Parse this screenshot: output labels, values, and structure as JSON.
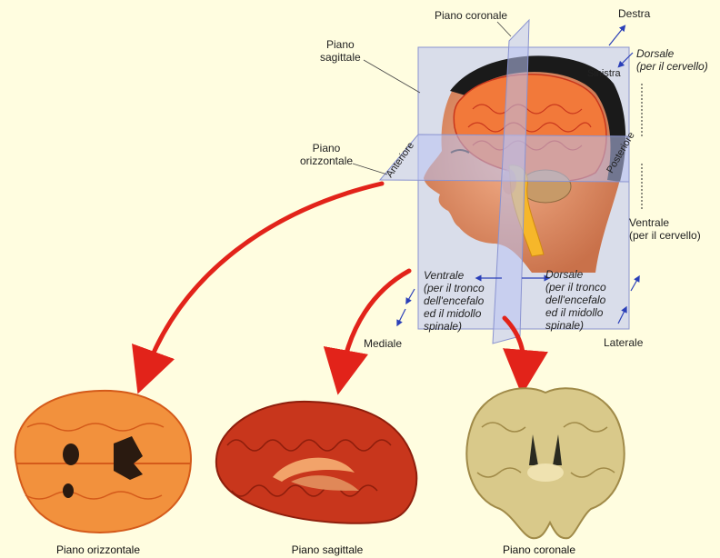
{
  "labels": {
    "piano_coronale": "Piano coronale",
    "destra": "Destra",
    "piano_sagittale": "Piano\nsagittale",
    "sinistra": "Sinistra",
    "dorsale_cervello": "Dorsale\n(per il cervello)",
    "piano_orizzontale": "Piano\norizzontale",
    "anteriore": "Anteriore",
    "posteriore": "Posteriore",
    "ventrale_cervello": "Ventrale\n(per il cervello)",
    "ventrale_tronco": "Ventrale\n(per il tronco\ndell'encefalo\ned il midollo\nspinale)",
    "dorsale_tronco": "Dorsale\n(per il tronco\ndell'encefalo\ned il midollo\nspinale)",
    "mediale": "Mediale",
    "laterale": "Laterale"
  },
  "captions": {
    "orizzontale": "Piano orizzontale",
    "sagittale": "Piano sagittale",
    "coronale": "Piano coronale"
  },
  "colors": {
    "background": "#fffde0",
    "plane": "#b9c2f2",
    "arrow": "#e2231a",
    "axis_arrow": "#2a3fb8",
    "brain_orange": "#f2793a",
    "brain_red": "#c8361c",
    "brain_tan": "#d9c98a"
  }
}
